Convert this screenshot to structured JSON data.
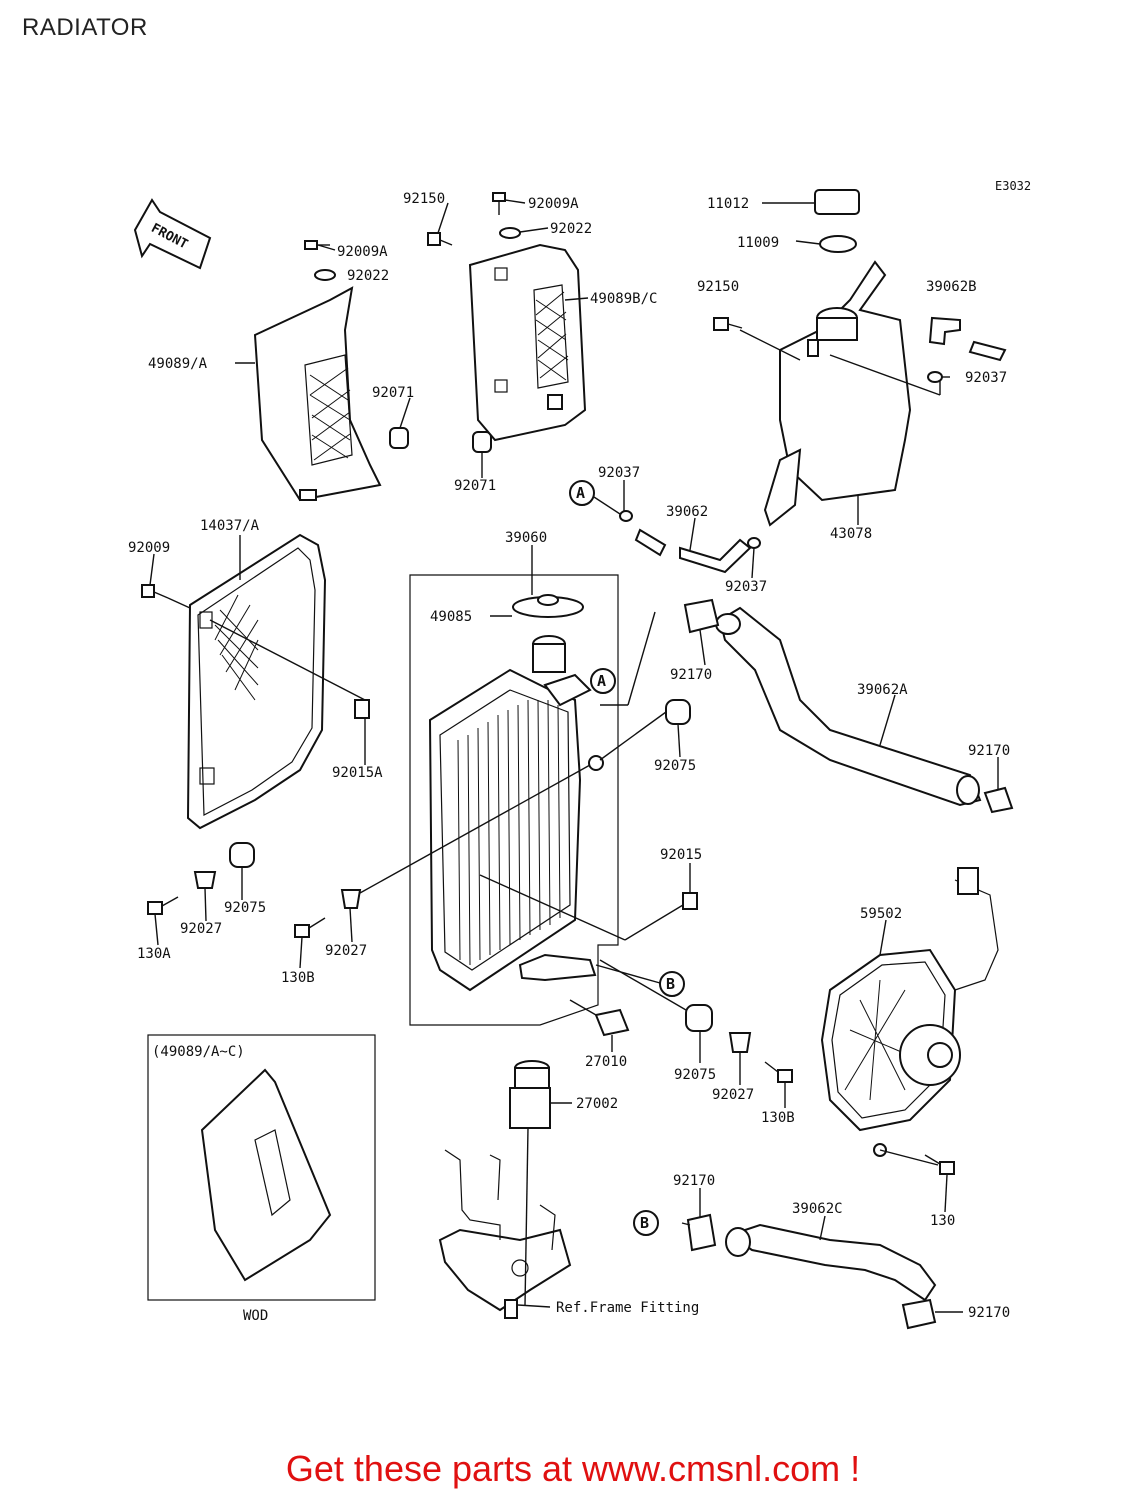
{
  "page": {
    "title": "RADIATOR",
    "diagram_code": "E3032",
    "front_label": "FRONT"
  },
  "parts": {
    "p92150_a": "92150",
    "p92009A_a": "92009A",
    "p92022_a": "92022",
    "p92009A_b": "92009A",
    "p92022_b": "92022",
    "p49089BC": "49089B/C",
    "p11012": "11012",
    "p11009": "11009",
    "p92150_b": "92150",
    "p39062B": "39062B",
    "p92037_a": "92037",
    "p49089A": "49089/A",
    "p92071_a": "92071",
    "p92071_b": "92071",
    "p92037_b": "92037",
    "p39062": "39062",
    "p43078": "43078",
    "p92037_c": "92037",
    "p14037A": "14037/A",
    "p39060": "39060",
    "p92009": "92009",
    "p49085": "49085",
    "p92170_a": "92170",
    "p39062A": "39062A",
    "p92015A": "92015A",
    "p92075_a": "92075",
    "p92170_b": "92170",
    "p92015": "92015",
    "p92075_b": "92075",
    "p92027_a": "92027",
    "p130A": "130A",
    "p92027_b": "92027",
    "p130B_a": "130B",
    "p59502": "59502",
    "p27010": "27010",
    "p92075_c": "92075",
    "p92027_c": "92027",
    "p130B_b": "130B",
    "p27002": "27002",
    "p92170_c": "92170",
    "p39062C": "39062C",
    "p130": "130",
    "p92170_d": "92170",
    "ref_frame": "Ref.Frame Fitting"
  },
  "callouts": {
    "A": "A",
    "B": "B"
  },
  "inset": {
    "title": "(49089/A~C)",
    "label": "WOD"
  },
  "banner": {
    "text": "Get these parts at www.cmsnl.com !",
    "color": "#e01010"
  }
}
